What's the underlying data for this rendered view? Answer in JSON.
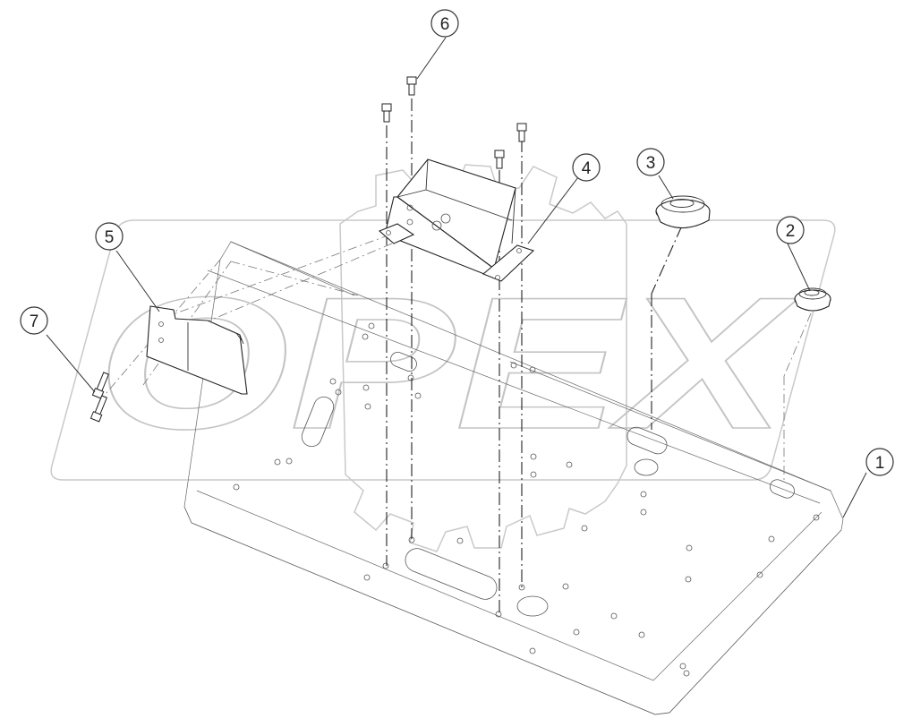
{
  "watermark": {
    "text": "OPEX"
  },
  "callouts": [
    {
      "id": "1",
      "label": "1"
    },
    {
      "id": "2",
      "label": "2"
    },
    {
      "id": "3",
      "label": "3"
    },
    {
      "id": "4",
      "label": "4"
    },
    {
      "id": "5",
      "label": "5"
    },
    {
      "id": "6",
      "label": "6"
    },
    {
      "id": "7",
      "label": "7"
    }
  ]
}
